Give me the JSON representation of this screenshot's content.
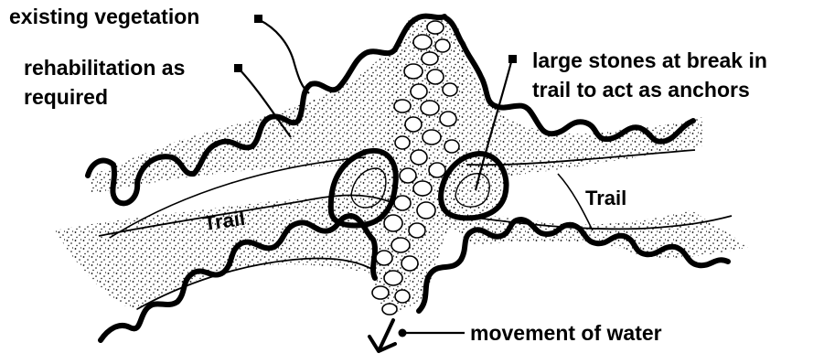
{
  "labels": {
    "existing_vegetation": "existing vegetation",
    "rehabilitation_line1": "rehabilitation as",
    "rehabilitation_line2": "required",
    "stones_line1": "large stones at break in",
    "stones_line2": "trail to act as anchors",
    "trail_left": "Trail",
    "trail_right": "Trail",
    "movement_of_water": "movement of water"
  },
  "colors": {
    "ink": "#000000",
    "background": "#ffffff"
  }
}
